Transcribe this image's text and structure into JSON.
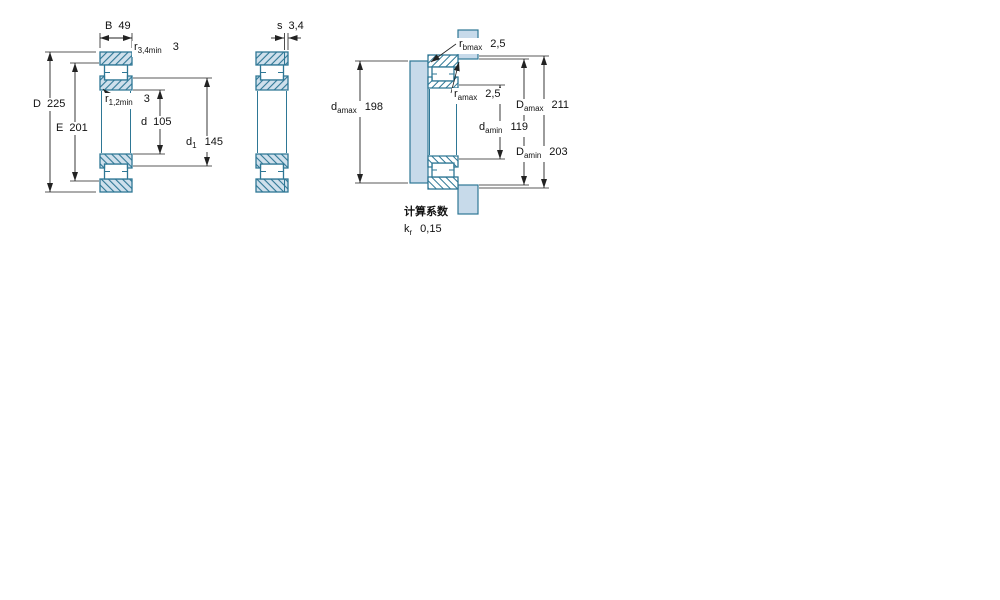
{
  "figure": "cylindrical-roller-bearing-dimension-drawing",
  "colors": {
    "outline": "#2e7795",
    "ring_fill": "#cfe0ec",
    "abutment_fill": "#c7daea",
    "dimension_lines": "#222222",
    "text": "#111111"
  },
  "labels": {
    "left": {
      "B": {
        "sym": "B",
        "val": "49"
      },
      "r34": {
        "sym": "r",
        "sub": "3,4min",
        "val": "3"
      },
      "D": {
        "sym": "D",
        "val": "225"
      },
      "r12": {
        "sym": "r",
        "sub": "1,2min",
        "val": "3"
      },
      "E": {
        "sym": "E",
        "val": "201"
      },
      "d": {
        "sym": "d",
        "val": "105"
      },
      "d1": {
        "sym": "d",
        "sub": "1",
        "val": "145"
      }
    },
    "middle": {
      "s": {
        "sym": "s",
        "val": "3,4"
      }
    },
    "right": {
      "rb": {
        "sym": "r",
        "sub": "bmax",
        "val": "2,5"
      },
      "damax": {
        "sym": "d",
        "sub": "amax",
        "val": "198"
      },
      "ra": {
        "sym": "r",
        "sub": "amax",
        "val": "2,5"
      },
      "Damax": {
        "sym": "D",
        "sub": "amax",
        "val": "211"
      },
      "damin": {
        "sym": "d",
        "sub": "amin",
        "val": "119"
      },
      "Damin": {
        "sym": "D",
        "sub": "amin",
        "val": "203"
      }
    },
    "factors": {
      "title": "计算系数",
      "kr": {
        "sym": "k",
        "sub": "r",
        "val": "0,15"
      }
    }
  }
}
